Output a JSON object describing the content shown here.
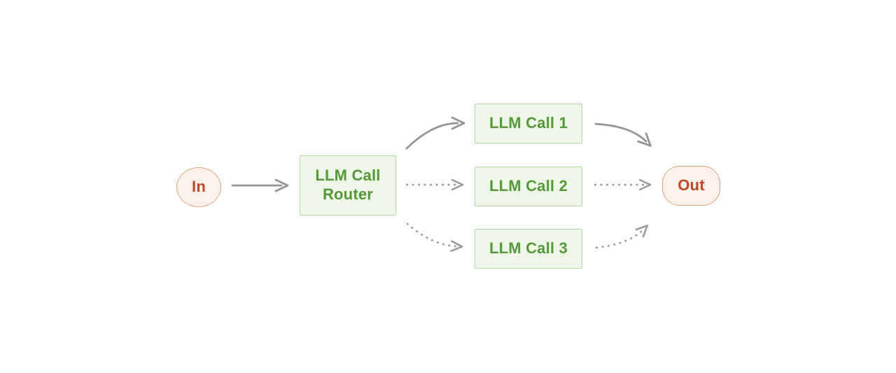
{
  "diagram": {
    "nodes": {
      "in": {
        "label": "In",
        "type": "terminal"
      },
      "router": {
        "label": "LLM Call Router",
        "type": "process"
      },
      "call1": {
        "label": "LLM Call 1",
        "type": "process"
      },
      "call2": {
        "label": "LLM Call 2",
        "type": "process"
      },
      "call3": {
        "label": "LLM Call 3",
        "type": "process"
      },
      "out": {
        "label": "Out",
        "type": "terminal"
      }
    },
    "edges": [
      {
        "from": "in",
        "to": "router",
        "style": "solid"
      },
      {
        "from": "router",
        "to": "call1",
        "style": "solid"
      },
      {
        "from": "router",
        "to": "call2",
        "style": "dashed"
      },
      {
        "from": "router",
        "to": "call3",
        "style": "dashed"
      },
      {
        "from": "call1",
        "to": "out",
        "style": "solid"
      },
      {
        "from": "call2",
        "to": "out",
        "style": "dashed"
      },
      {
        "from": "call3",
        "to": "out",
        "style": "dashed"
      }
    ],
    "colors": {
      "green_node_fill": "#eef6e7",
      "green_node_border": "#b6d5a2",
      "green_node_text": "#56973a",
      "red_node_fill": "#fcf1ea",
      "red_node_border": "#e2a383",
      "red_node_text": "#bd4827",
      "edge_gray": "#949494",
      "background": "#ffffff"
    }
  }
}
